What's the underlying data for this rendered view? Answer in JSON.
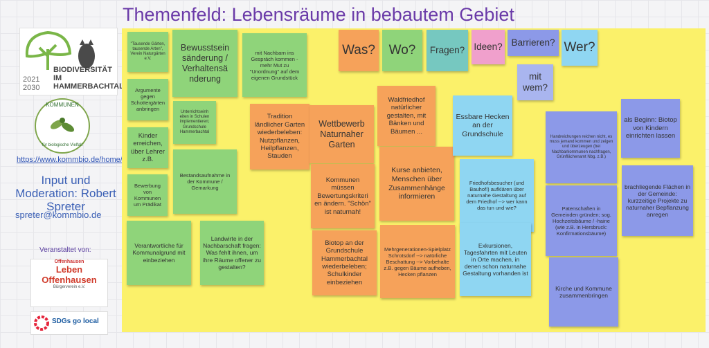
{
  "title": "Themenfeld: Lebensräume in bebautem Gebiet",
  "sidebar": {
    "logo_years": "2021\n2030",
    "logo_name": "BIODIVERSITÄT IM HAMMERBACHTAL",
    "kommunen_top": "KOMMUNEN",
    "kommunen_bottom": "für biologische Vielfalt",
    "link": "https://www.kommbio.de/home/",
    "moderation": "Input und Moderation: Robert Spreter",
    "email": "spreter@kommbio.de",
    "organizer_label": "Veranstaltet von:",
    "offenhausen_1": "Offenhausen",
    "offenhausen_2": "Leben",
    "offenhausen_3": "Offenhausen",
    "offenhausen_4": "Bürgerverein e.V.",
    "sdg": "SDGs go local"
  },
  "headers": {
    "was": "Was?",
    "wo": "Wo?",
    "fragen": "Fragen?",
    "ideen": "Ideen?",
    "barrieren": "Barrieren?",
    "wer": "Wer?",
    "mit_wem": "mit wem?"
  },
  "notes": {
    "n1": "\"Tausende Gärten, tausende Arten\", Verein Naturgärten e.V.",
    "n2": "Bewusstsein sänderung / Verhaltensä nderung",
    "n3": "mit Nachbarn ins Gespräch kommen - mehr Mut zu \"Unordnung\" auf dem eigenen Grundstück",
    "n4": "Argumente gegen Schottergärten anbringen",
    "n5": "Unterrichtseinh eiten in Schulen implementieren; Grundschule Hammerbachtal",
    "n6": "Kinder erreichen, über Lehrer z.B.",
    "n7": "Bestandsaufnahme in der Kommune / Gemarkung",
    "n8": "Bewerbung von Kommunen um Prädikat",
    "n9": "Verantwortliche für Kommunalgrund mit einbeziehen",
    "n10": "Landwirte in der Nachbarschaft fragen: Was fehlt ihnen, um ihre Räume offener zu gestalten?",
    "n11": "Tradition ländlicher Garten wiederbeleben: Nutzpflanzen, Heilpflanzen, Stauden",
    "n12": "Wettbewerb Naturnaher Garten",
    "n13": "Kommunen müssen Bewertungskriteri en ändern. \"Schön\" ist naturnah!",
    "n14": "Biotop an der Grundschule Hammerbachtal wiederbeleben; Schulkinder einbeziehen",
    "n15": "Waldfriedhof natürlicher gestalten, mit Bänken und Bäumen ...",
    "n16": "Kurse anbieten, Menschen über Zusammenhänge informieren",
    "n17": "Mehrgenerationen-Spielplatz Schrotsdorf --> natürliche Beschattung --> Vorbehalte z.B. gegen Bäume aufheben, Hecken pflanzen",
    "n18": "Essbare Hecken an der Grundschule",
    "n19": "Friedhofsbesucher (und Bauhof!) aufklären über naturnahe Gestaltung auf dem Friedhof --> wer kann das tun und wie?",
    "n20": "Exkursionen, Tagesfahrten mit Leuten in Orte machen, in denen schon naturnahe Gestaltung vorhanden ist",
    "n21": "Handreichungen reichen nicht, es muss jemand kommen und zeigen und überzeugen (bei Nachbarkommunen nachfragen, Grünflächenamt Nbg. z.B.)",
    "n22": "als Beginn: Biotop von Kindern einrichten lassen",
    "n23": "Patenschaften in Gemeinden gründen; sog. Hochzeitsbäume / -haine (wie z.B. in Hersbruck: Konfirmationsbäume)",
    "n24": "brachliegende Flächen in der Gemeinde: kurzzeitige Projekte zu naturnaher Bepflanzung anregen",
    "n25": "Kirche und Kommune zusammenbringen"
  },
  "colors": {
    "board": "#fbf16a",
    "green": "#8fd47a",
    "orange": "#f6a25a",
    "blue": "#8fd6f2",
    "purple": "#8c99e8",
    "title": "#6a3aa8"
  }
}
